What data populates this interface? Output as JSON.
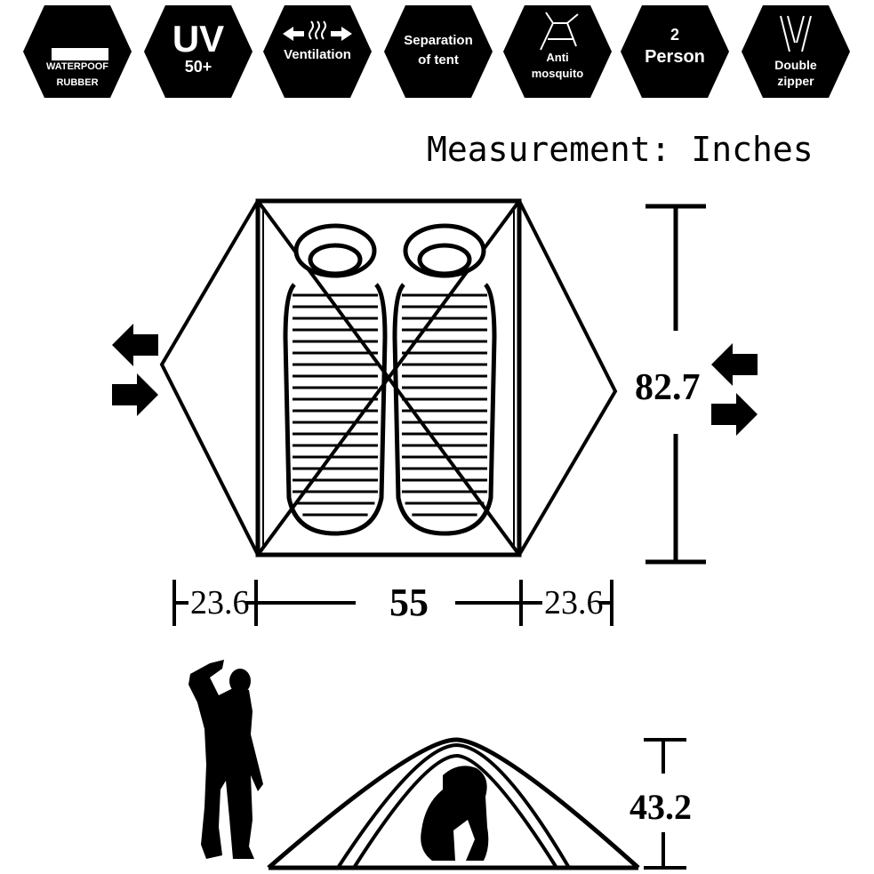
{
  "features": [
    {
      "icon": "waterproof-strip-icon",
      "lines": [
        "WATERPOOF",
        "RUBBER"
      ]
    },
    {
      "icon": "uv-icon",
      "lines": [
        "UV",
        "50+"
      ]
    },
    {
      "icon": "ventilation-arrows-icon",
      "lines": [
        "Ventilation"
      ]
    },
    {
      "icon": "tent-layers-icon",
      "lines": [
        "Separation",
        "of tent"
      ]
    },
    {
      "icon": "mosquito-icon",
      "lines": [
        "Anti",
        "mosquito"
      ]
    },
    {
      "icon": "person-icon",
      "lines": [
        "2",
        "Person"
      ]
    },
    {
      "icon": "zipper-icon",
      "lines": [
        "Double",
        "zipper"
      ]
    }
  ],
  "measurement_label": "Measurement: Inches",
  "dimensions": {
    "length": "82.7",
    "left_vestibule": "23.6",
    "inner_width": "55",
    "right_vestibule": "23.6",
    "height": "43.2"
  },
  "colors": {
    "ink": "#000000",
    "background": "#ffffff"
  }
}
